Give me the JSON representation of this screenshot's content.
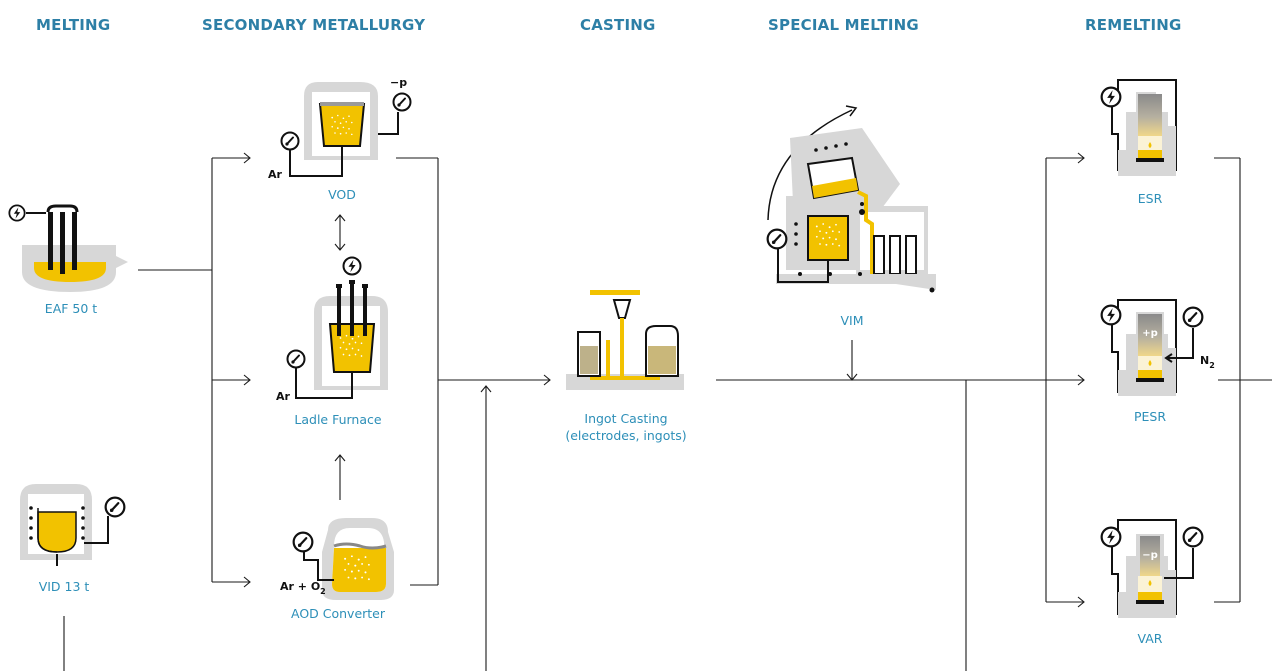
{
  "headers": {
    "melting": "MELTING",
    "secondary": "SECONDARY METALLURGY",
    "casting": "CASTING",
    "special": "SPECIAL MELTING",
    "remelting": "REMELTING"
  },
  "units": {
    "eaf": "EAF 50 t",
    "vid": "VID 13 t",
    "vod": "VOD",
    "lf": "Ladle Furnace",
    "aod": "AOD Converter",
    "ingot_line1": "Ingot Casting",
    "ingot_line2": "(electrodes, ingots)",
    "vim": "VIM",
    "esr": "ESR",
    "pesr": "PESR",
    "var": "VAR"
  },
  "gases": {
    "vod_in": "Ar",
    "lf_in": "Ar",
    "aod_in": "Ar + O",
    "aod_sub": "2",
    "pesr_in": "N",
    "pesr_sub": "2"
  },
  "pressure": {
    "vod_out": "−p",
    "pesr": "+p",
    "var": "−p"
  },
  "colors": {
    "heading": "#2d7fa6",
    "label": "#2d8fb8",
    "melt": "#f2c200",
    "vessel": "#d7d7d7",
    "line": "#1a1a1a"
  },
  "icons": [
    "lightning-icon",
    "gauge-icon",
    "flow-arrow-icon"
  ]
}
